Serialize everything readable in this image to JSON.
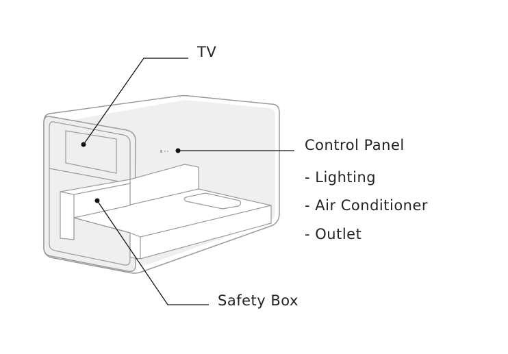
{
  "labels": {
    "tv": "TV",
    "control_panel": "Control Panel",
    "features": [
      "- Lighting",
      "- Air Conditioner",
      "- Outlet"
    ],
    "safety_box": "Safety Box"
  },
  "colors": {
    "stroke": "#9a9a9a",
    "fill": "#efefef",
    "leader": "#111111"
  }
}
